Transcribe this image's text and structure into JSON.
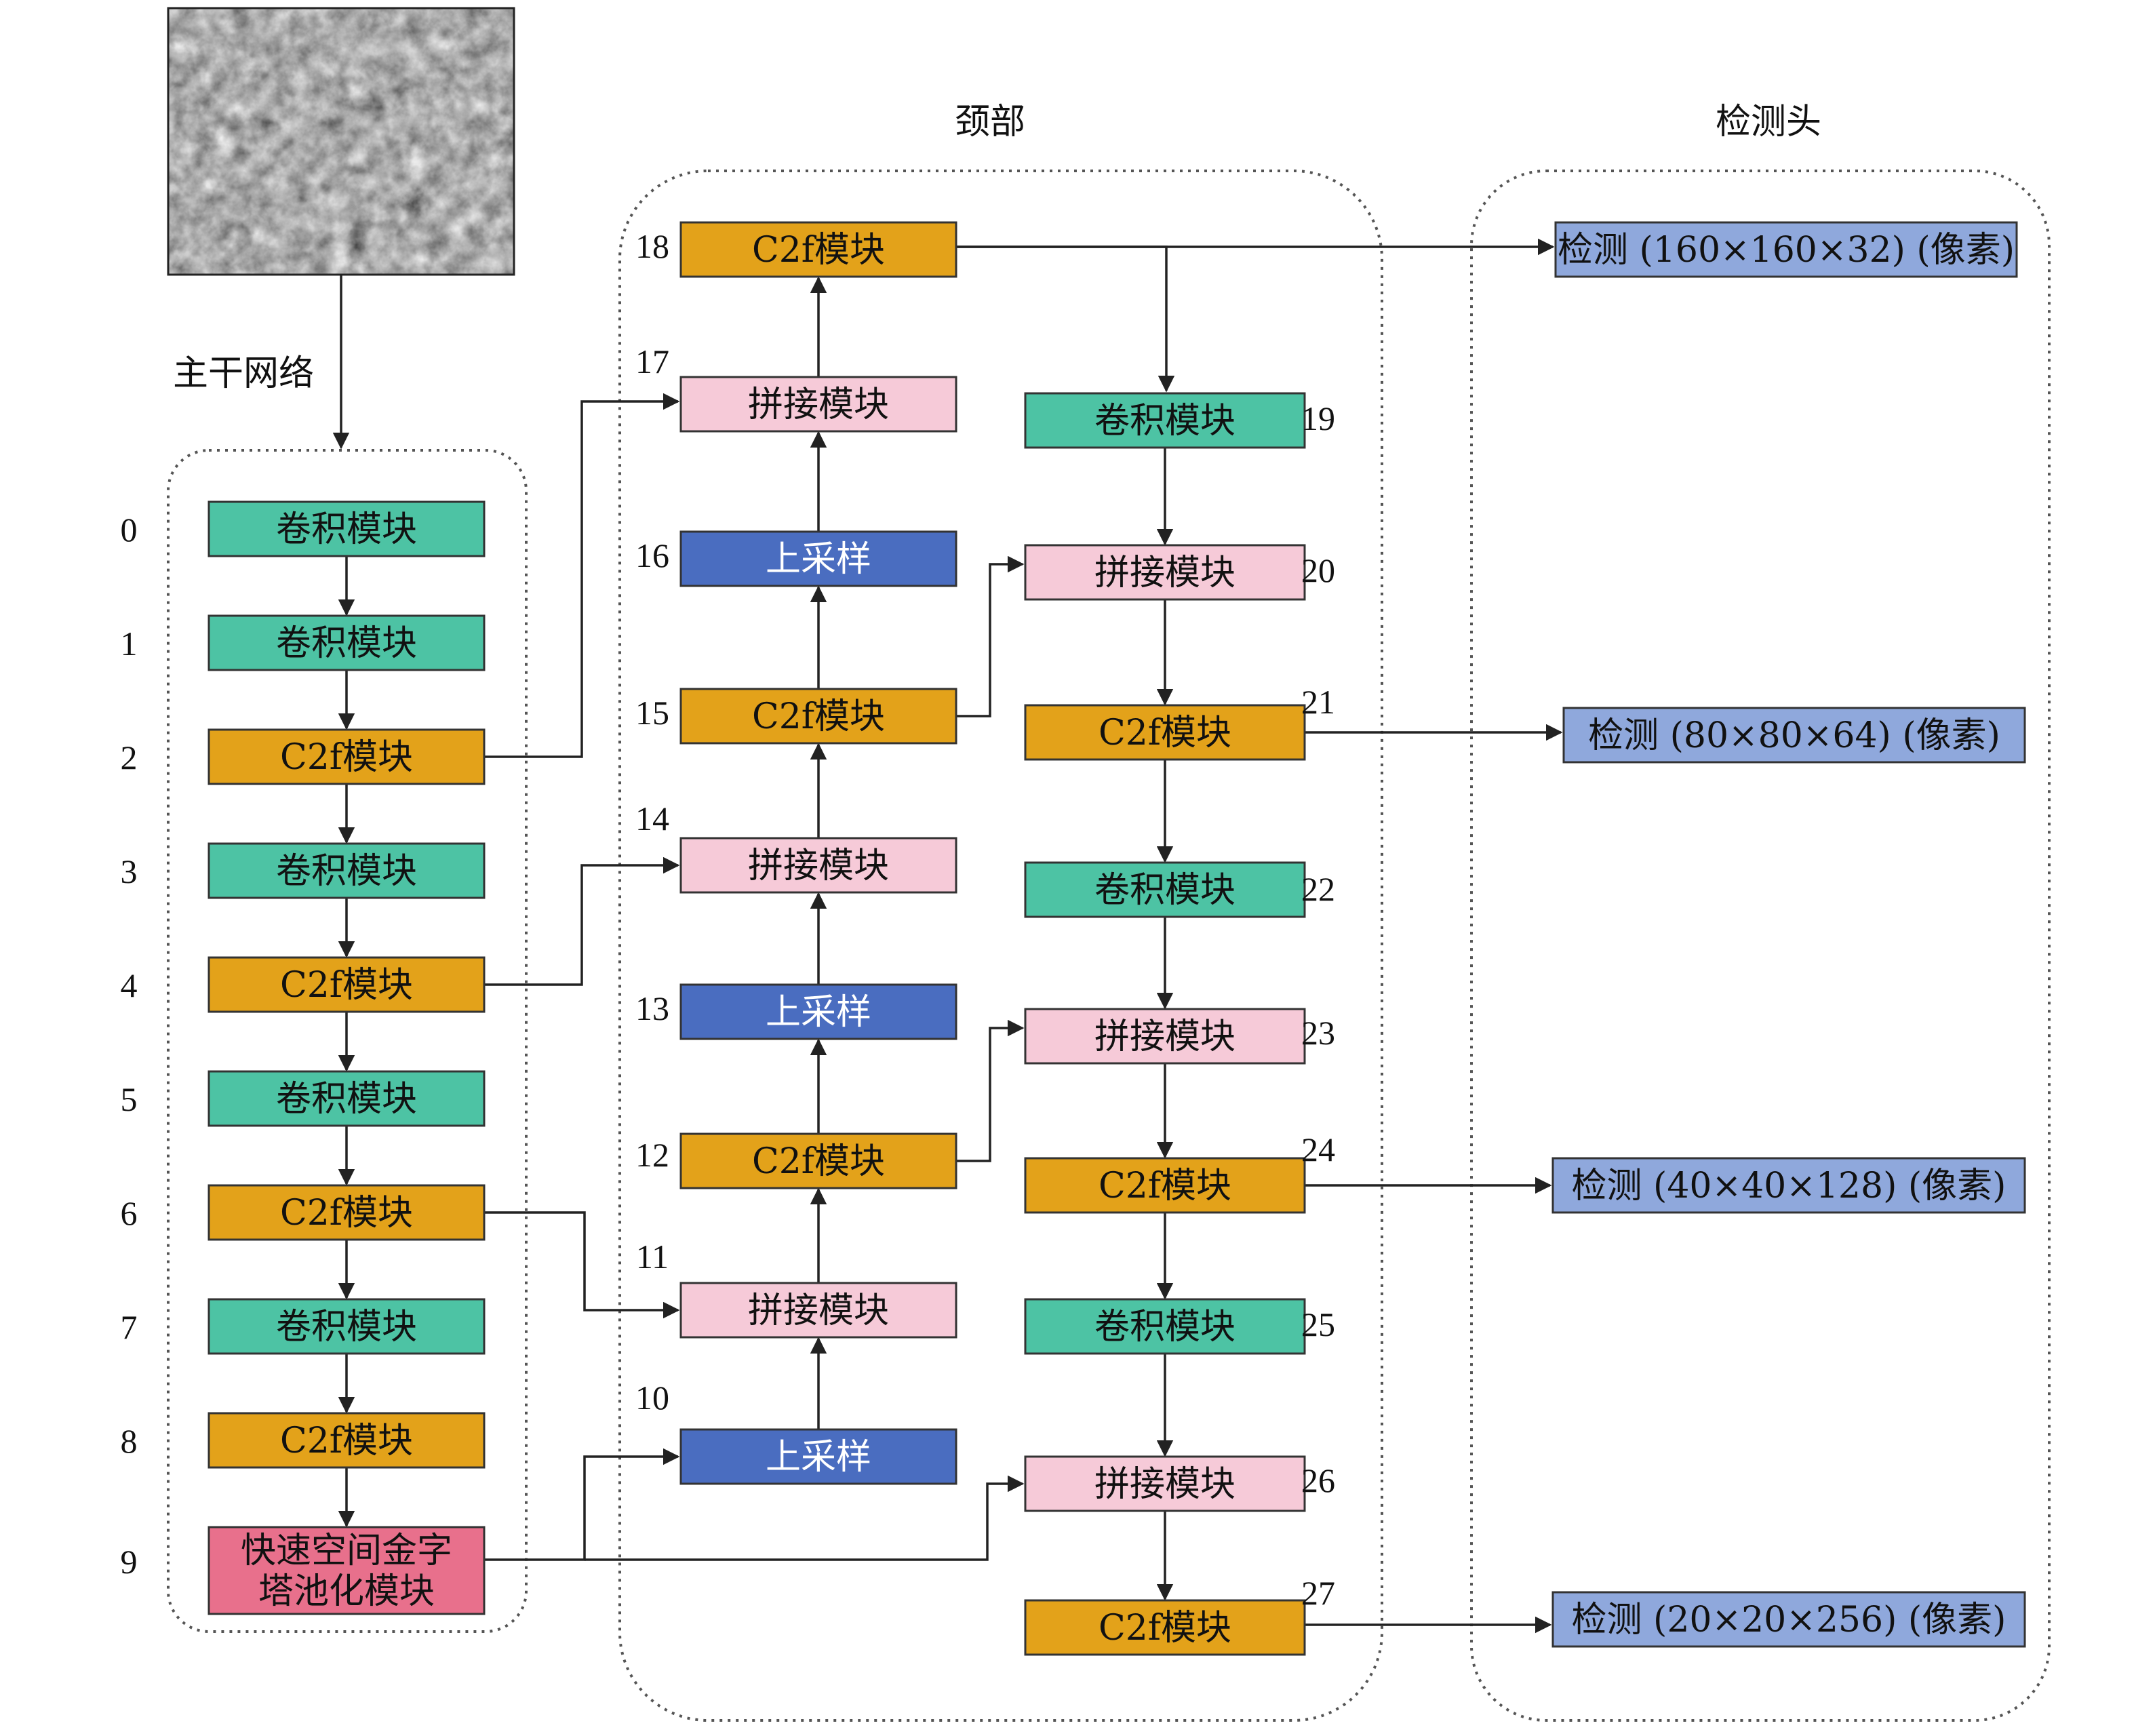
{
  "titles": {
    "backbone": "主干网络",
    "neck": "颈部",
    "head": "检测头"
  },
  "colors": {
    "conv": "#4DC3A4",
    "c2f": "#E3A21A",
    "concat": "#F6CAD8",
    "upsample": "#4A6DC0",
    "sppf": "#E8708C",
    "detect": "#8FA8DC",
    "border": "#333333",
    "dotted": "#555555"
  },
  "backbone_blocks": [
    {
      "index": "0",
      "label": "卷积模块",
      "kind": "conv"
    },
    {
      "index": "1",
      "label": "卷积模块",
      "kind": "conv"
    },
    {
      "index": "2",
      "label": "C2f模块",
      "kind": "c2f"
    },
    {
      "index": "3",
      "label": "卷积模块",
      "kind": "conv"
    },
    {
      "index": "4",
      "label": "C2f模块",
      "kind": "c2f"
    },
    {
      "index": "5",
      "label": "卷积模块",
      "kind": "conv"
    },
    {
      "index": "6",
      "label": "C2f模块",
      "kind": "c2f"
    },
    {
      "index": "7",
      "label": "卷积模块",
      "kind": "conv"
    },
    {
      "index": "8",
      "label": "C2f模块",
      "kind": "c2f"
    },
    {
      "index": "9",
      "label_line1": "快速空间金字",
      "label_line2": "塔池化模块",
      "kind": "sppf"
    }
  ],
  "neck_up_blocks": [
    {
      "index": "10",
      "label": "上采样",
      "kind": "upsample"
    },
    {
      "index": "11",
      "label": "拼接模块",
      "kind": "concat"
    },
    {
      "index": "12",
      "label": "C2f模块",
      "kind": "c2f"
    },
    {
      "index": "13",
      "label": "上采样",
      "kind": "upsample"
    },
    {
      "index": "14",
      "label": "拼接模块",
      "kind": "concat"
    },
    {
      "index": "15",
      "label": "C2f模块",
      "kind": "c2f"
    },
    {
      "index": "16",
      "label": "上采样",
      "kind": "upsample"
    },
    {
      "index": "17",
      "label": "拼接模块",
      "kind": "concat"
    },
    {
      "index": "18",
      "label": "C2f模块",
      "kind": "c2f"
    }
  ],
  "neck_down_blocks": [
    {
      "index": "19",
      "label": "卷积模块",
      "kind": "conv"
    },
    {
      "index": "20",
      "label": "拼接模块",
      "kind": "concat"
    },
    {
      "index": "21",
      "label": "C2f模块",
      "kind": "c2f"
    },
    {
      "index": "22",
      "label": "卷积模块",
      "kind": "conv"
    },
    {
      "index": "23",
      "label": "拼接模块",
      "kind": "concat"
    },
    {
      "index": "24",
      "label": "C2f模块",
      "kind": "c2f"
    },
    {
      "index": "25",
      "label": "卷积模块",
      "kind": "conv"
    },
    {
      "index": "26",
      "label": "拼接模块",
      "kind": "concat"
    },
    {
      "index": "27",
      "label": "C2f模块",
      "kind": "c2f"
    }
  ],
  "detect_blocks": [
    {
      "label": "检测 (160×160×32) (像素)"
    },
    {
      "label": "检测 (80×80×64) (像素)"
    },
    {
      "label": "检测 (40×40×128) (像素)"
    },
    {
      "label": "检测 (20×20×256) (像素)"
    }
  ]
}
